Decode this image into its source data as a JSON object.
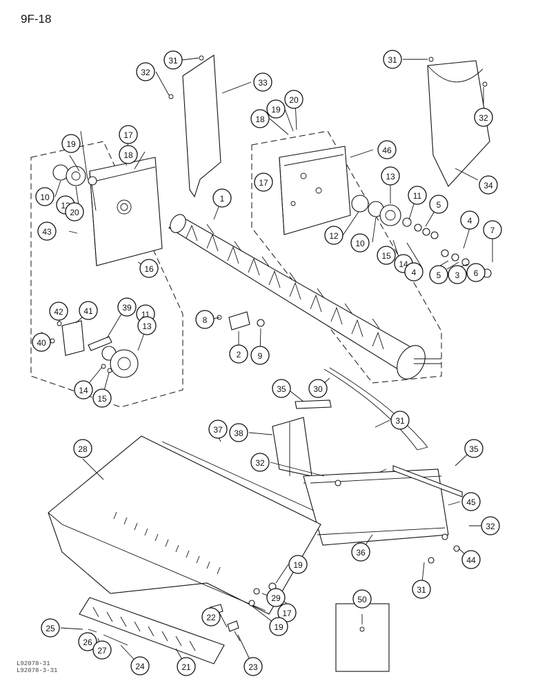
{
  "page_label": "9F-18",
  "corner_code": [
    "L92078-31",
    "L92078-3-31"
  ],
  "callouts": [
    {
      "n": "31"
    },
    {
      "n": "32"
    },
    {
      "n": "33"
    },
    {
      "n": "31"
    },
    {
      "n": "32"
    },
    {
      "n": "34"
    },
    {
      "n": "18"
    },
    {
      "n": "19"
    },
    {
      "n": "20"
    },
    {
      "n": "46"
    },
    {
      "n": "17"
    },
    {
      "n": "19"
    },
    {
      "n": "18"
    },
    {
      "n": "10"
    },
    {
      "n": "12"
    },
    {
      "n": "20"
    },
    {
      "n": "43"
    },
    {
      "n": "16"
    },
    {
      "n": "1"
    },
    {
      "n": "13"
    },
    {
      "n": "11"
    },
    {
      "n": "5"
    },
    {
      "n": "4"
    },
    {
      "n": "7"
    },
    {
      "n": "12"
    },
    {
      "n": "10"
    },
    {
      "n": "15"
    },
    {
      "n": "14"
    },
    {
      "n": "4"
    },
    {
      "n": "5"
    },
    {
      "n": "3"
    },
    {
      "n": "6"
    },
    {
      "n": "17"
    },
    {
      "n": "42"
    },
    {
      "n": "41"
    },
    {
      "n": "39"
    },
    {
      "n": "11"
    },
    {
      "n": "13"
    },
    {
      "n": "40"
    },
    {
      "n": "14"
    },
    {
      "n": "15"
    },
    {
      "n": "8"
    },
    {
      "n": "2"
    },
    {
      "n": "9"
    },
    {
      "n": "35"
    },
    {
      "n": "30"
    },
    {
      "n": "31"
    },
    {
      "n": "28"
    },
    {
      "n": "37"
    },
    {
      "n": "38"
    },
    {
      "n": "32"
    },
    {
      "n": "35"
    },
    {
      "n": "45"
    },
    {
      "n": "32"
    },
    {
      "n": "36"
    },
    {
      "n": "44"
    },
    {
      "n": "31"
    },
    {
      "n": "19"
    },
    {
      "n": "29"
    },
    {
      "n": "17"
    },
    {
      "n": "19"
    },
    {
      "n": "50"
    },
    {
      "n": "22"
    },
    {
      "n": "25"
    },
    {
      "n": "26"
    },
    {
      "n": "27"
    },
    {
      "n": "24"
    },
    {
      "n": "21"
    },
    {
      "n": "23"
    }
  ]
}
